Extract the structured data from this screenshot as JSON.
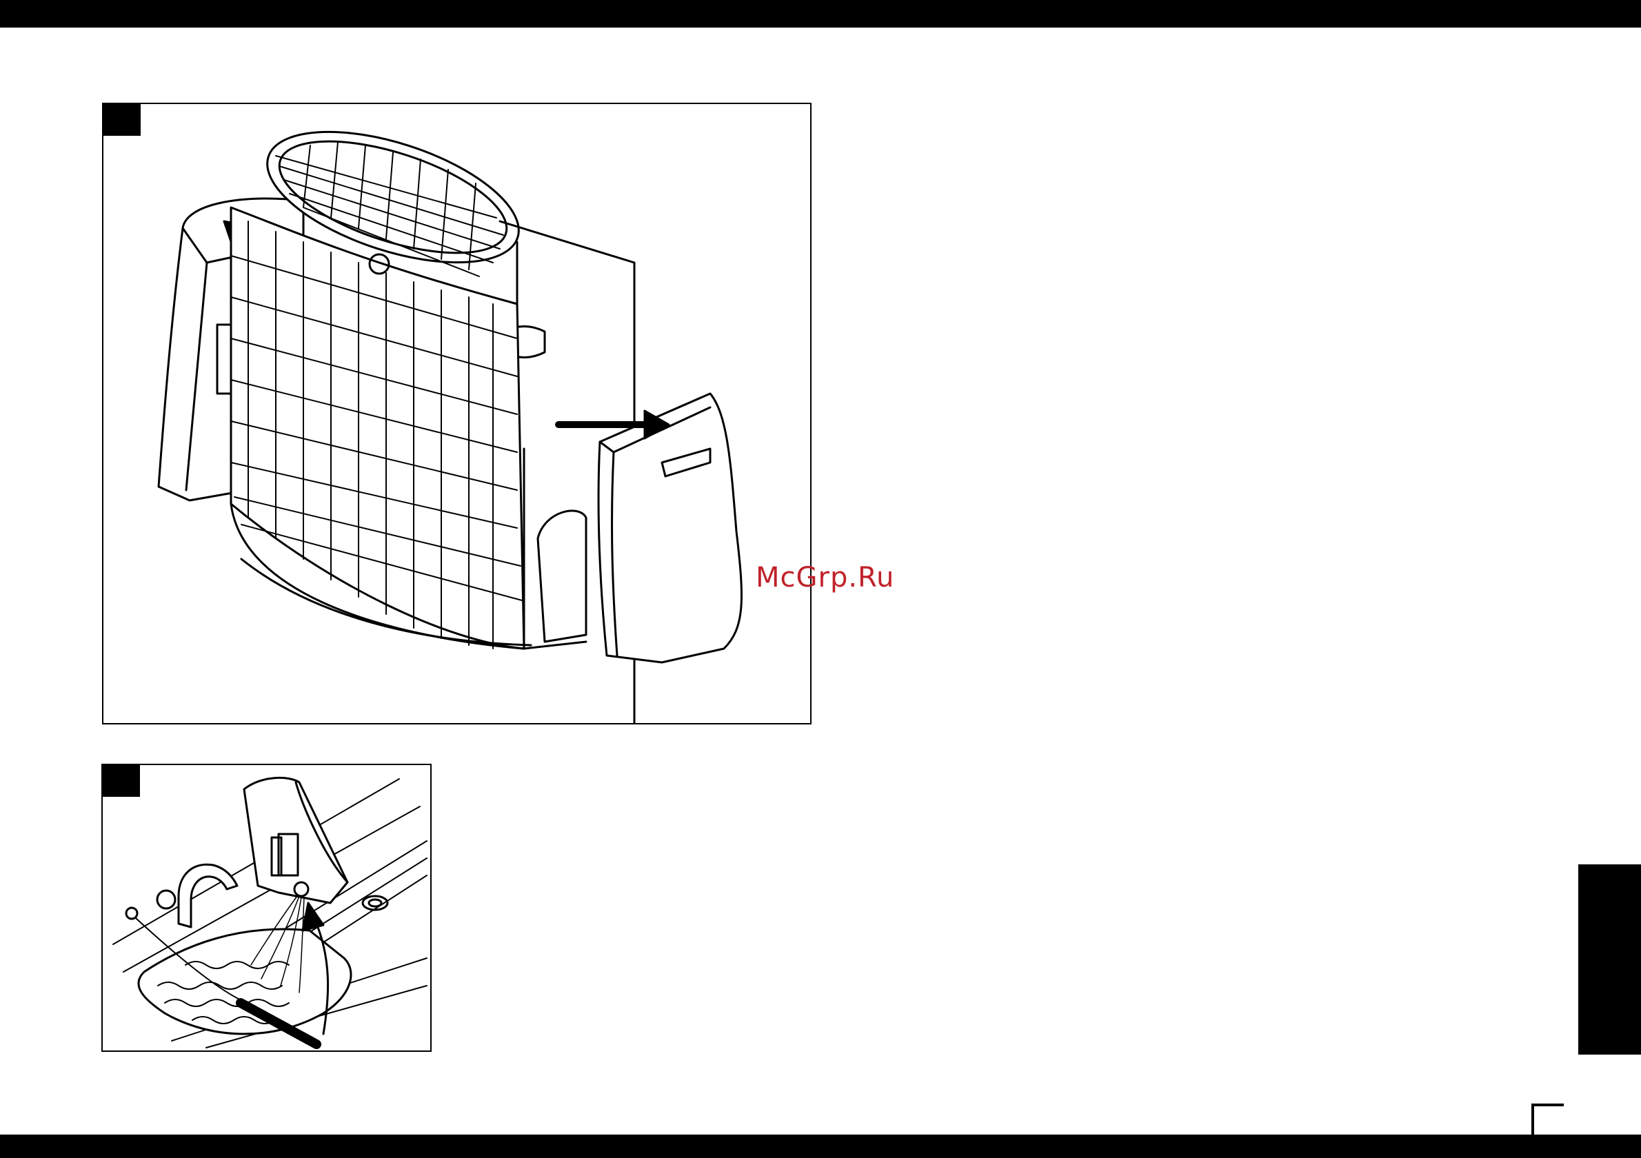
{
  "watermark": {
    "text": "McGrp.Ru",
    "color": "#c0222a"
  },
  "colors": {
    "ink": "#000000",
    "paper": "#ffffff"
  },
  "illustrations": [
    {
      "id": "panel-1",
      "content": "air-purifier-side-covers-removed"
    },
    {
      "id": "panel-2",
      "content": "cover-rinsed-under-tap-with-brush"
    }
  ],
  "icons": [
    "arrow-left-up-icon",
    "arrow-right-icon",
    "arrow-up-icon",
    "brush-icon",
    "tap-icon"
  ]
}
